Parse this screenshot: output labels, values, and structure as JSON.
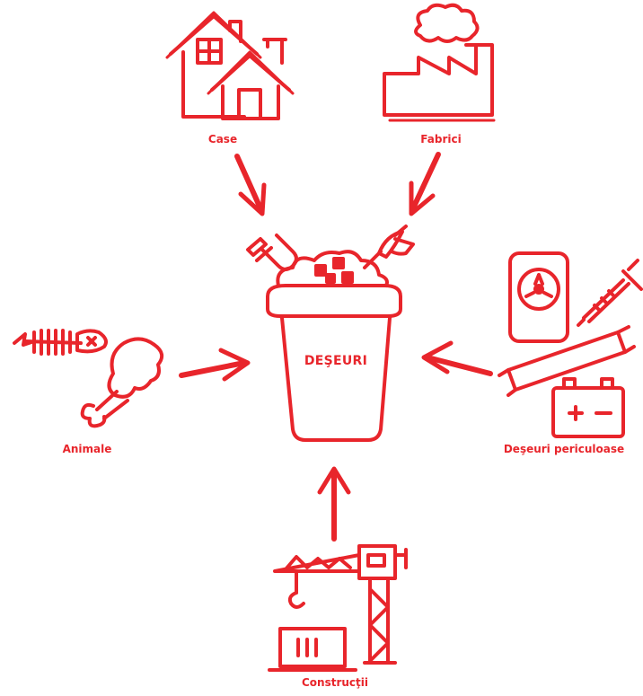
{
  "center": {
    "label": "DEŞEURI",
    "icon": "trash-bin-icon"
  },
  "sources": [
    {
      "id": "case",
      "label": "Case",
      "icon": "houses-icon"
    },
    {
      "id": "fabrici",
      "label": "Fabrici",
      "icon": "factory-icon"
    },
    {
      "id": "animale",
      "label": "Animale",
      "icon": "animal-remains-icon"
    },
    {
      "id": "periculoase",
      "label": "Deşeuri periculoase",
      "icon": "hazardous-waste-icon"
    },
    {
      "id": "constructii",
      "label": "Construcţii",
      "icon": "construction-crane-icon"
    }
  ],
  "colors": {
    "primary": "#e8252b",
    "background": "#ffffff"
  }
}
